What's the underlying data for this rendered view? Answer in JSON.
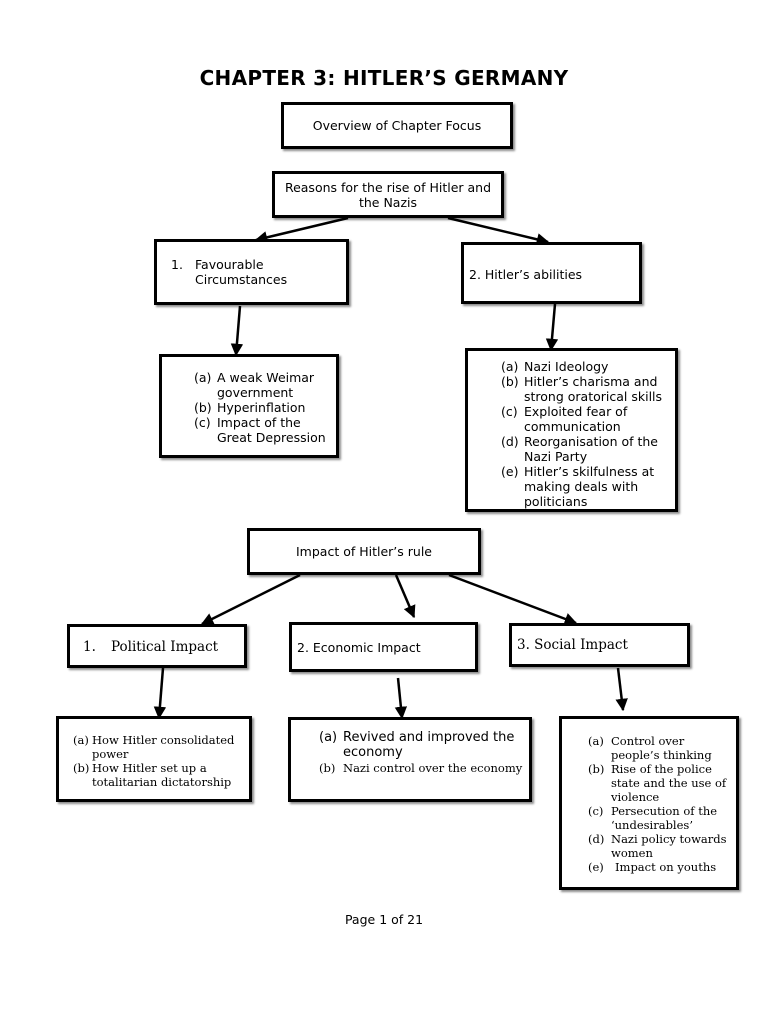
{
  "title": "CHAPTER 3: HITLER’S GERMANY",
  "overview": "Overview of Chapter Focus",
  "reasons": "Reasons for the rise of Hitler and the Nazis",
  "branch1": {
    "num": "1.",
    "label": "Favourable Circumstances"
  },
  "branch2": "2. Hitler’s abilities",
  "circumstances": [
    {
      "mark": "(a)",
      "text": "A weak Weimar government"
    },
    {
      "mark": "(b)",
      "text": "Hyperinflation"
    },
    {
      "mark": "(c)",
      "text": "Impact of the Great Depression"
    }
  ],
  "abilities": [
    {
      "mark": "(a)",
      "text": "Nazi Ideology"
    },
    {
      "mark": "(b)",
      "text": "Hitler’s charisma and strong oratorical skills"
    },
    {
      "mark": "(c)",
      "text": "Exploited fear of communication"
    },
    {
      "mark": "(d)",
      "text": "Reorganisation of the Nazi Party"
    },
    {
      "mark": "(e)",
      "text": "Hitler’s skilfulness at making deals with politicians"
    }
  ],
  "impact": "Impact of Hitler’s rule",
  "political": {
    "num": "1.",
    "label": "Political Impact"
  },
  "economic": "2. Economic Impact",
  "social": "3. Social Impact",
  "political_items": [
    {
      "mark": "(a)",
      "text": "How Hitler consolidated power"
    },
    {
      "mark": "(b)",
      "text": "How Hitler set up a totalitarian dictatorship"
    }
  ],
  "economic_items": [
    {
      "mark": "(a)",
      "text": "Revived and improved the economy"
    },
    {
      "mark": "(b)",
      "text": "Nazi control over the economy"
    }
  ],
  "social_items": [
    {
      "mark": "(a)",
      "text": "Control over people’s thinking"
    },
    {
      "mark": "(b)",
      "text": "Rise of the police state and the use of violence"
    },
    {
      "mark": "(c)",
      "text": "Persecution of the ‘undesirables’"
    },
    {
      "mark": "(d)",
      "text": "Nazi policy towards women"
    },
    {
      "mark": "(e)",
      "text": "Impact on youths"
    }
  ],
  "footer": "Page 1 of 21"
}
